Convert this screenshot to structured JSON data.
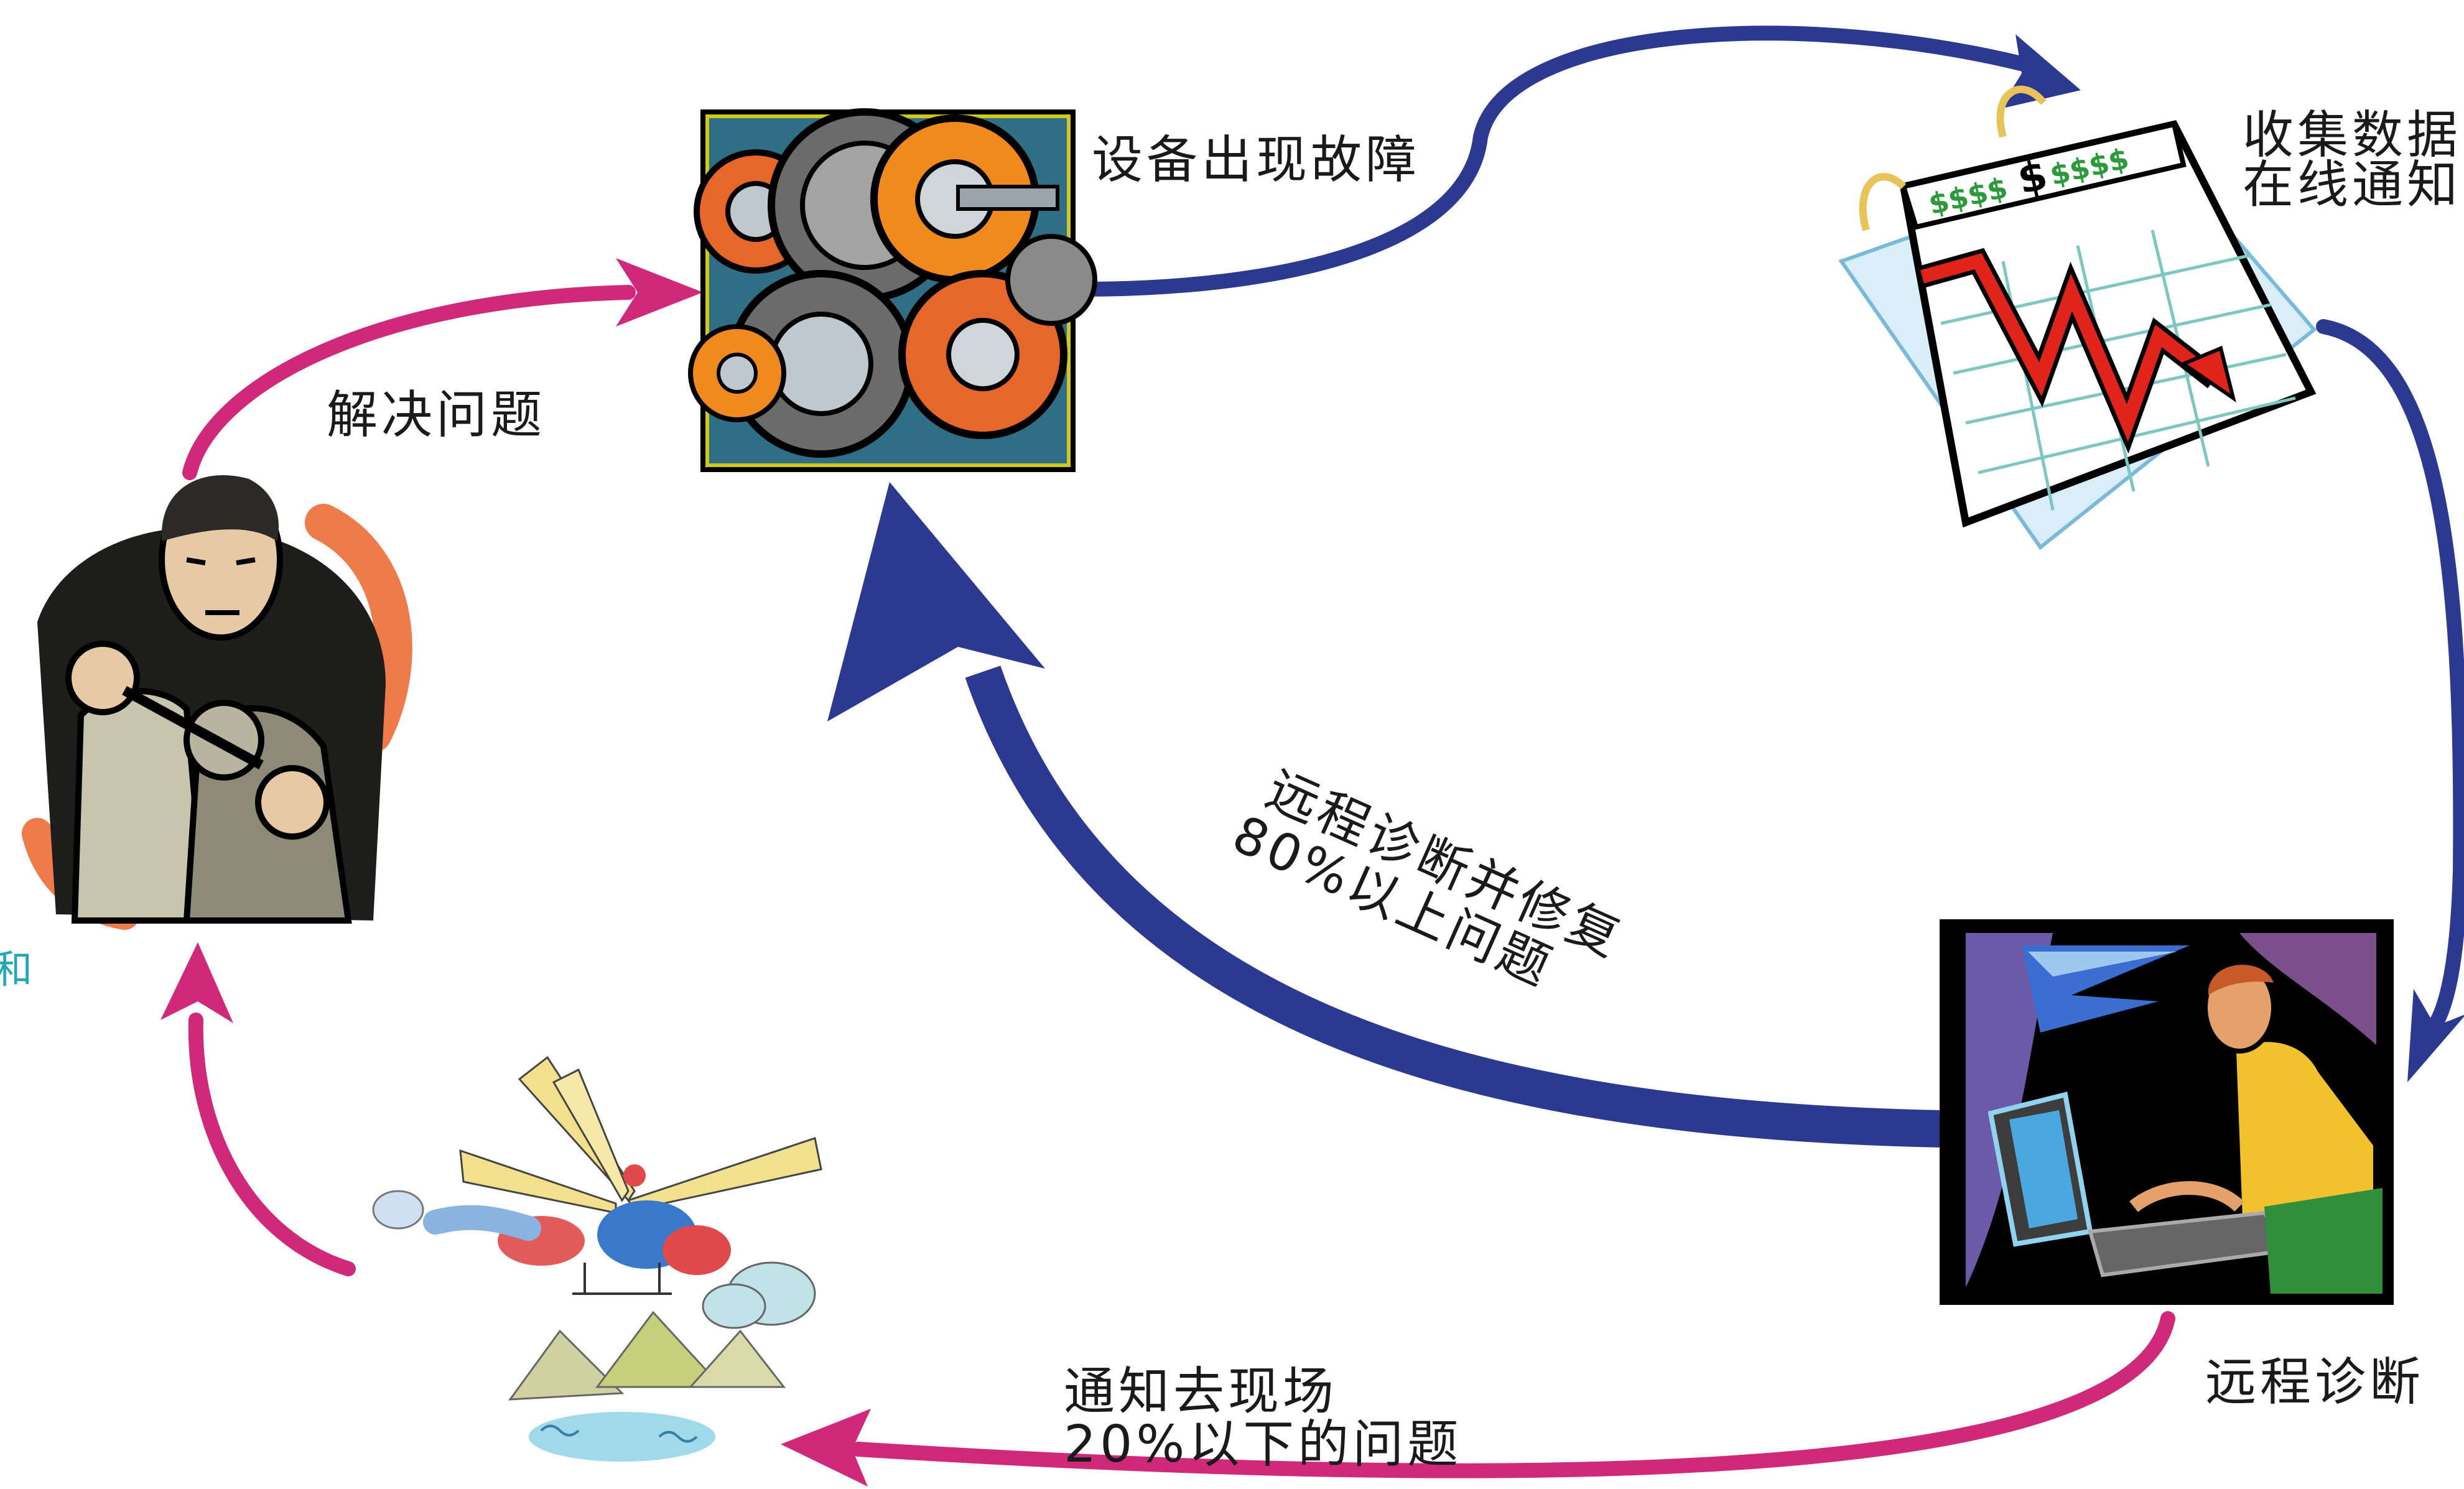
{
  "labels": {
    "equipment_fault": "设备出现故障",
    "collect_data_line1": "收集数据",
    "collect_data_line2": "在线通知",
    "solve_problem": "解决问题",
    "remote_fix_line1": "远程诊断并修复",
    "remote_fix_line2": "80%以上问题",
    "remote_diagnosis": "远程诊断",
    "onsite_line1": "通知去现场",
    "onsite_line2": "20%以下的问题",
    "partial_left": "和"
  },
  "colors": {
    "navy_arrow": "#2b3990",
    "magenta_arrow": "#d0287a",
    "teal_text": "#20a7b8"
  },
  "icons": {
    "gears": "gears-machinery-icon",
    "chart": "falling-profit-chart-icon",
    "worker": "mechanic-worker-icon",
    "computer": "computer-operator-icon",
    "helicopter": "helicopter-service-icon"
  }
}
